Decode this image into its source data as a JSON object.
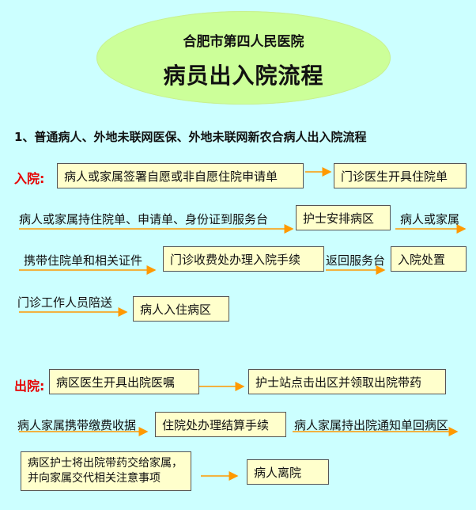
{
  "header": {
    "hospital": "合肥市第四人民医院",
    "title": "病员出入院流程"
  },
  "section1": {
    "heading": "1、普通病人、外地未联网医保、外地未联网新农合病人出入院流程"
  },
  "admission": {
    "label": "入院:",
    "box1": "病人或家属签署自愿或非自愿住院申请单",
    "box2": "门诊医生开具住院单",
    "text1": "病人或家属持住院单、申请单、身份证到服务台",
    "box3": "护士安排病区",
    "text2": "病人或家属",
    "text3": "携带住院单和相关证件",
    "box4": "门诊收费处办理入院手续",
    "text4": "返回服务台",
    "box5": "入院处置",
    "text5": "门诊工作人员陪送",
    "box6": "病人入住病区"
  },
  "discharge": {
    "label": "出院:",
    "box1": "病区医生开具出院医嘱",
    "box2": "护士站点击出区并领取出院带药",
    "text1": "病人家属携带缴费收据",
    "box3": "住院处办理结算手续",
    "text2": "病人家属持出院通知单回病区",
    "box4": "病区护士将出院带药交给家属，并向家属交代相关注意事项",
    "box5": "病人离院"
  },
  "colors": {
    "background": "#ccffff",
    "ellipse": "#ccff99",
    "box_fill": "#ffffcc",
    "arrow": "#ff9900",
    "label_red": "#e60000"
  }
}
